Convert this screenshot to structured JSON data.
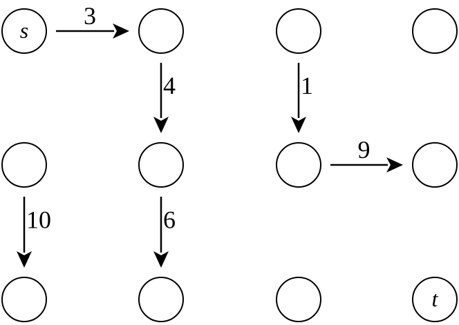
{
  "graph": {
    "rows": 3,
    "cols": 4,
    "nodes": [
      {
        "id": "n00",
        "row": 0,
        "col": 0,
        "label": "s"
      },
      {
        "id": "n01",
        "row": 0,
        "col": 1,
        "label": ""
      },
      {
        "id": "n02",
        "row": 0,
        "col": 2,
        "label": ""
      },
      {
        "id": "n03",
        "row": 0,
        "col": 3,
        "label": ""
      },
      {
        "id": "n10",
        "row": 1,
        "col": 0,
        "label": ""
      },
      {
        "id": "n11",
        "row": 1,
        "col": 1,
        "label": ""
      },
      {
        "id": "n12",
        "row": 1,
        "col": 2,
        "label": ""
      },
      {
        "id": "n13",
        "row": 1,
        "col": 3,
        "label": ""
      },
      {
        "id": "n20",
        "row": 2,
        "col": 0,
        "label": ""
      },
      {
        "id": "n21",
        "row": 2,
        "col": 1,
        "label": ""
      },
      {
        "id": "n22",
        "row": 2,
        "col": 2,
        "label": ""
      },
      {
        "id": "n23",
        "row": 2,
        "col": 3,
        "label": "t"
      }
    ],
    "edges": [
      {
        "from": "n00",
        "to": "n01",
        "weight": "3"
      },
      {
        "from": "n01",
        "to": "n11",
        "weight": "4"
      },
      {
        "from": "n02",
        "to": "n12",
        "weight": "1"
      },
      {
        "from": "n12",
        "to": "n13",
        "weight": "9"
      },
      {
        "from": "n10",
        "to": "n20",
        "weight": "10"
      },
      {
        "from": "n11",
        "to": "n21",
        "weight": "6"
      }
    ]
  }
}
